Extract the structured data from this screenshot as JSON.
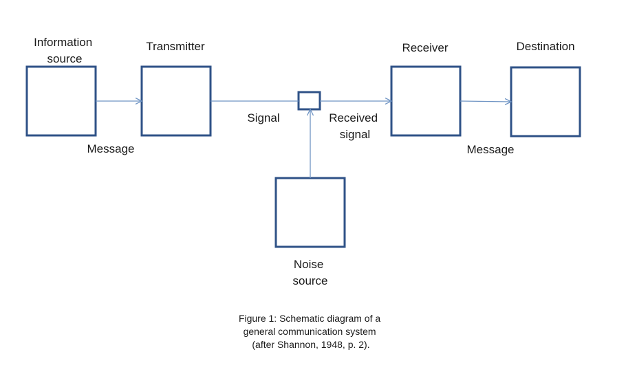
{
  "diagram": {
    "information_source": {
      "line1": "Information",
      "line2": "source"
    },
    "transmitter": "Transmitter",
    "receiver": "Receiver",
    "destination": "Destination",
    "noise_source": {
      "line1": "Noise",
      "line2": "source"
    },
    "message_out": "Message",
    "signal": "Signal",
    "received_signal": {
      "line1": "Received",
      "line2": "signal"
    },
    "message_in": "Message",
    "colors": {
      "box_stroke": "#2f5287",
      "arrow": "#6f94c4"
    }
  },
  "caption": {
    "line1": "Figure 1: Schematic diagram of a",
    "line2": "general communication  system",
    "line3": "(after Shannon, 1948, p. 2)."
  }
}
